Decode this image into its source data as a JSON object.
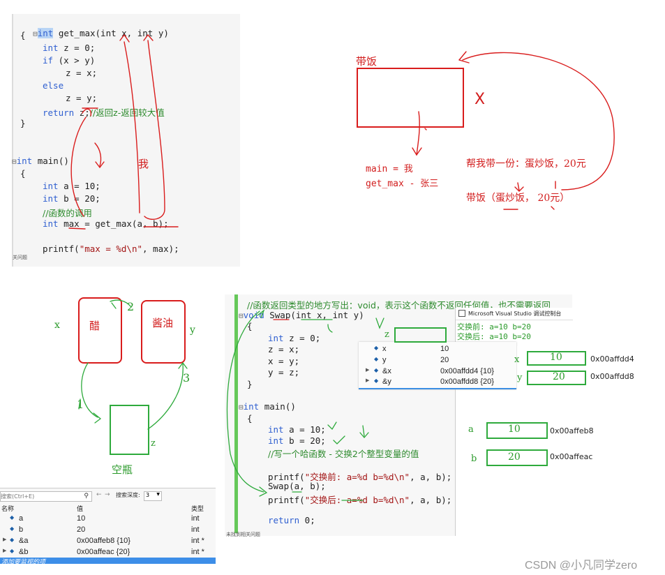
{
  "panel1": {
    "lines": [
      {
        "fold": "⊟",
        "kw": "int",
        "rest": " get_max(int x, int y)"
      },
      {
        "text": "{"
      },
      {
        "kw": "int",
        "rest": " z = 0;"
      },
      {
        "kw": "if",
        "rest": " (x > y)"
      },
      {
        "rest": "z = x;"
      },
      {
        "kw": "else",
        "rest": ""
      },
      {
        "rest": "z = y;"
      },
      {
        "kw": "return",
        "rest": " z;",
        "comment": "//返回z-返回较大值"
      },
      {
        "text": "}"
      },
      {
        "fold": "⊟",
        "kw": "int",
        "rest": " main()"
      },
      {
        "text": "{"
      },
      {
        "kw": "int",
        "rest": " a = 10;"
      },
      {
        "kw": "int",
        "rest": " b = 20;"
      },
      {
        "comment": "//函数的调用"
      },
      {
        "kw": "int",
        "rest": " max = get_max(a, b);"
      },
      {
        "rest": "printf(",
        "str": "\"max = %d\\n\"",
        "rest2": ", max);"
      }
    ],
    "status": "关问题",
    "annot_me": "我"
  },
  "panel2": {
    "label_top": "带饭",
    "cross": "X",
    "main_eq": "main = 我",
    "getmax_eq": "get_max - 张三",
    "request": "帮我带一份：蛋炒饭，20元",
    "deliver": "带饭（蛋炒饭， 20元）"
  },
  "panel3": {
    "x": "x",
    "y": "y",
    "z": "z",
    "cup1": "醋",
    "cup2": "酱油",
    "empty": "空瓶",
    "step1": "1",
    "step2": "2",
    "step3": "3"
  },
  "watch": {
    "search_placeholder": "搜索(Ctrl+E)",
    "depth_label": "搜索深度:",
    "depth_value": "3",
    "headers": [
      "名称",
      "值",
      "类型"
    ],
    "rows": [
      {
        "name": "a",
        "value": "10",
        "type": "int"
      },
      {
        "name": "b",
        "value": "20",
        "type": "int"
      },
      {
        "name": "&a",
        "value": "0x00affeb8 {10}",
        "type": "int *"
      },
      {
        "name": "&b",
        "value": "0x00affeac {20}",
        "type": "int *"
      }
    ],
    "add_item": "添加要监视的项"
  },
  "panel4": {
    "top_comment": "//函数返回类型的地方写出：void，表示这个函数不返回任何值，也不需要返回",
    "lines": [
      {
        "fold": "⊟",
        "kw": "void",
        "rest": " Swap(int x, int y)"
      },
      {
        "text": "{"
      },
      {
        "kw": "int",
        "rest": " z = 0;"
      },
      {
        "rest": "z = x;"
      },
      {
        "rest": "x = y;"
      },
      {
        "rest": "y = z;"
      },
      {
        "text": "}"
      },
      {
        "fold": "⊟",
        "kw": "int",
        "rest": " main()"
      },
      {
        "text": "{"
      },
      {
        "kw": "int",
        "rest": " a = 10;"
      },
      {
        "kw": "int",
        "rest": " b = 20;"
      },
      {
        "comment": "//写一个哈函数 - 交换2个整型变量的值"
      },
      {
        "rest": "printf(",
        "str": "\"交换前: a=%d b=%d\\n\"",
        "rest2": ", a, b);"
      },
      {
        "rest": "Swap(a, b);"
      },
      {
        "rest": "printf(",
        "str": "\"交换后: a=%d b=%d\\n\"",
        "rest2": ", a, b);"
      },
      {
        "text": ""
      },
      {
        "kw": "return",
        "rest": " 0;"
      }
    ],
    "status": "未找到相关问题",
    "console_title": "Microsoft Visual Studio 调试控制台",
    "console_lines": [
      "交换前: a=10 b=20",
      "交换后: a=10 b=20"
    ],
    "watch_rows": [
      {
        "name": "x",
        "value": "10"
      },
      {
        "name": "y",
        "value": "20"
      },
      {
        "name": "&x",
        "value": "0x00affdd4 {10}"
      },
      {
        "name": "&y",
        "value": "0x00affdd8 {20}"
      }
    ],
    "z_label": "z",
    "mem": [
      {
        "label": "x",
        "value": "10",
        "addr": "0x00affdd4"
      },
      {
        "label": "y",
        "value": "20",
        "addr": "0x00affdd8"
      },
      {
        "label": "a",
        "value": "10",
        "addr": "0x00affeb8"
      },
      {
        "label": "b",
        "value": "20",
        "addr": "0x00affeac"
      }
    ]
  },
  "watermark": "CSDN @小凡同学zero"
}
